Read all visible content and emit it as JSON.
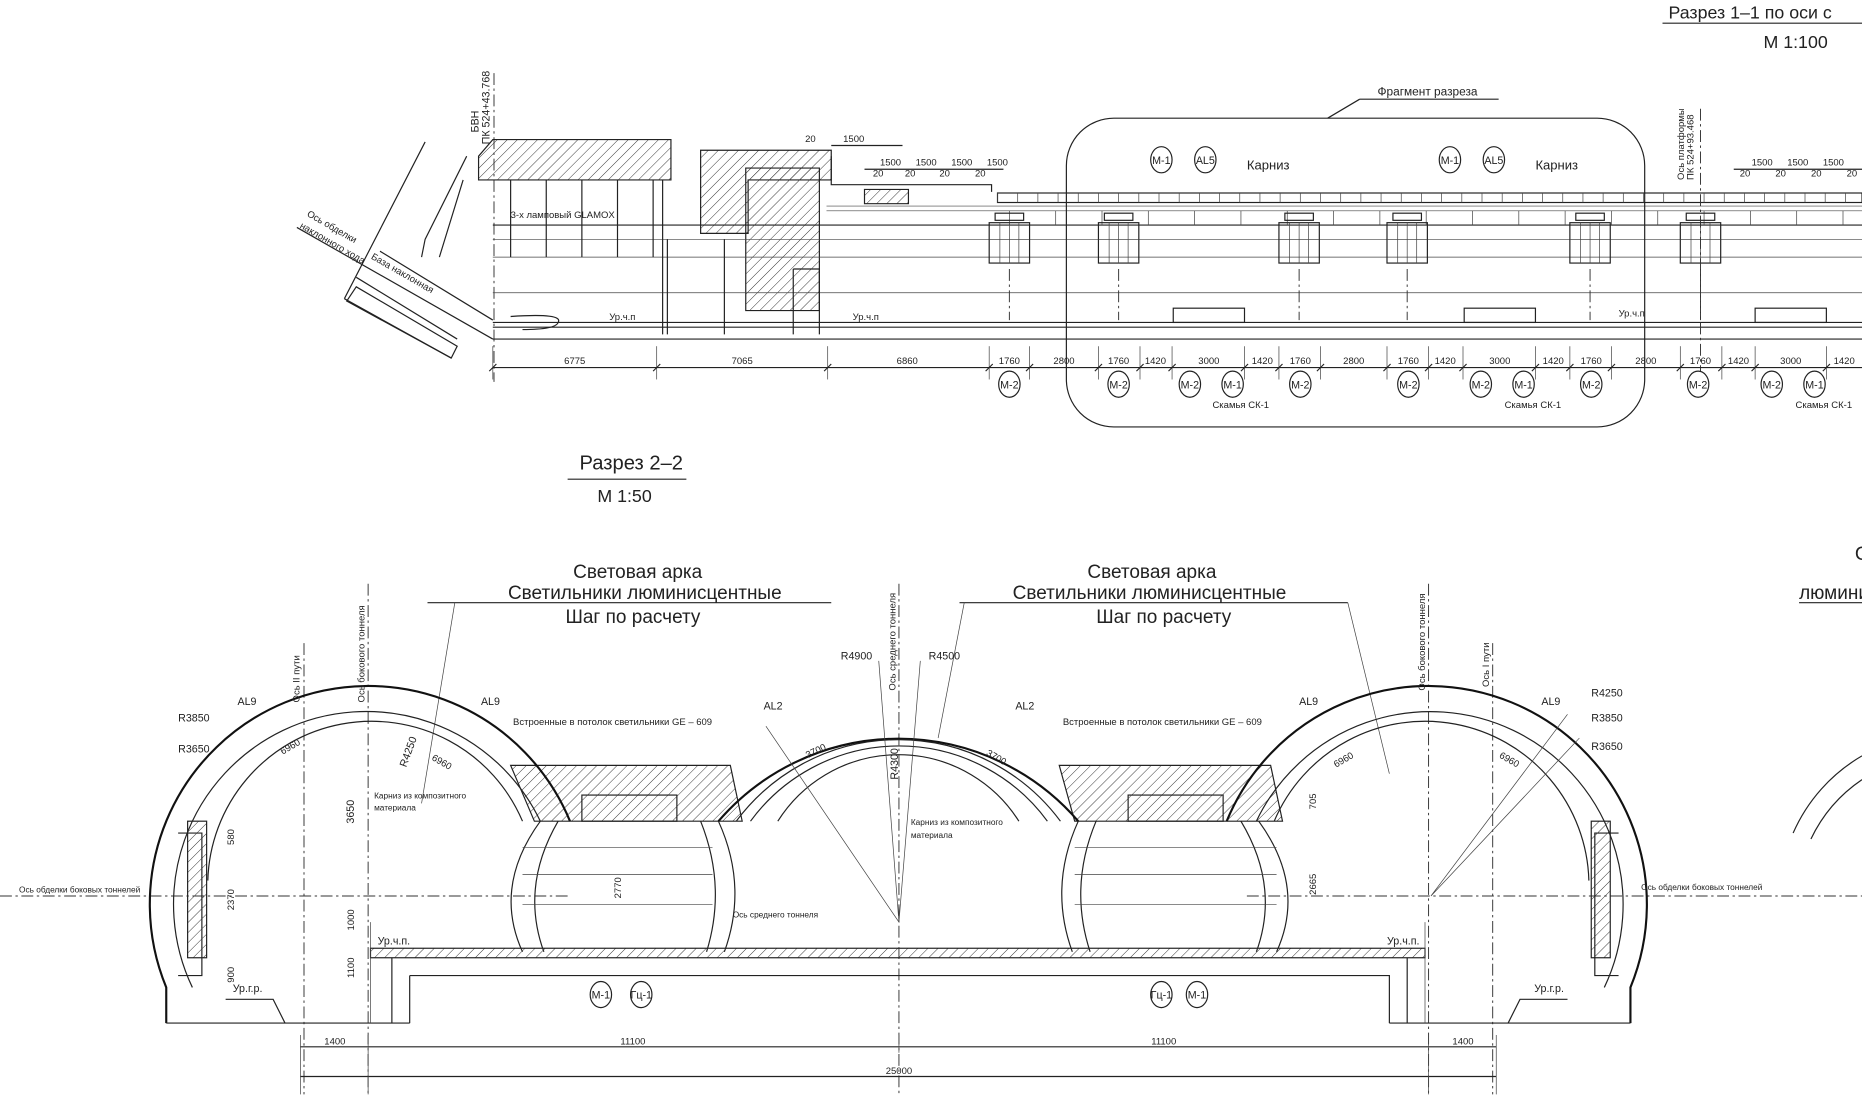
{
  "section_1_1": {
    "title": "Разрез 1–1  по оси с",
    "scale": "М 1:100",
    "bvn_label": "БВН",
    "bvn_station": "ПК 524+43.768",
    "platform_axis": "Ось платформы",
    "platform_station": "ПК 524+93.468",
    "incline_axis_1": "Ось обделки",
    "incline_axis_2": "наклонного хода",
    "incline_base": "База наклонная",
    "lamp_label": "3-х ламповый GLAMOX",
    "floor_level": "Ур.ч.п",
    "fragment_label": "Фрагмент разреза",
    "cornice": "Карниз",
    "bench": "Скамья СК-1",
    "top_dims": [
      "20",
      "1500",
      "1500",
      "1500",
      "1500",
      "1500",
      "20",
      "20",
      "20",
      "20",
      "1500",
      "1500",
      "1500",
      "20",
      "20",
      "20",
      "20"
    ],
    "bottom_dims": [
      "6775",
      "7065",
      "6860",
      "1760",
      "2800",
      "1760",
      "1420",
      "3000",
      "1420",
      "1760",
      "2800",
      "1760",
      "1420",
      "3000",
      "1420",
      "1760",
      "2800",
      "1760",
      "1420",
      "3000",
      "1420"
    ],
    "top_markers": [
      "М-1",
      "AL5",
      "М-1",
      "AL5"
    ],
    "bottom_markers": [
      "М-2",
      "М-2",
      "М-2",
      "М-1",
      "М-2",
      "М-2",
      "М-2",
      "М-1",
      "М-2",
      "М-2",
      "М-2",
      "М-1"
    ]
  },
  "section_2_2": {
    "title": "Разрез 2–2",
    "scale": "М 1:50",
    "arch_title": "Световая арка",
    "arch_line2": "Светильники люминисцентные",
    "arch_line3": "Шаг по расчету",
    "arch_cut_right_1": "С",
    "arch_cut_right_2": "люмини",
    "axis_track_2": "Ось II пути",
    "axis_track_1": "Ось I пути",
    "axis_side_tunnel": "Ось бокового тоннеля",
    "axis_middle_tunnel": "Ось среднего тоннеля",
    "axis_side_lining": "Ось обделки боковых тоннелей",
    "ceiling_lights": "Встроенные в потолок  светильники GE – 609",
    "cornice_1": "Карниз из композитного",
    "cornice_2": "материала",
    "al9": "AL9",
    "al2": "AL2",
    "r3850": "R3850",
    "r3650": "R3650",
    "r4250": "R4250",
    "r4900": "R4900",
    "r4500": "R4500",
    "r4300": "R4300",
    "arc6960": "6960",
    "arc3700": "3700",
    "d3650": "3650",
    "d580": "580",
    "d2370": "2370",
    "d1000": "1000",
    "d1100": "1100",
    "d900": "900",
    "d2770": "2770",
    "d2665": "2665",
    "d705": "705",
    "floor_level": "Ур.ч.п.",
    "rail_level": "Ур.г.р.",
    "m1": "М-1",
    "gc1": "Гц-1",
    "dims": [
      "1400",
      "11100",
      "11100",
      "1400"
    ],
    "total": "25000"
  }
}
